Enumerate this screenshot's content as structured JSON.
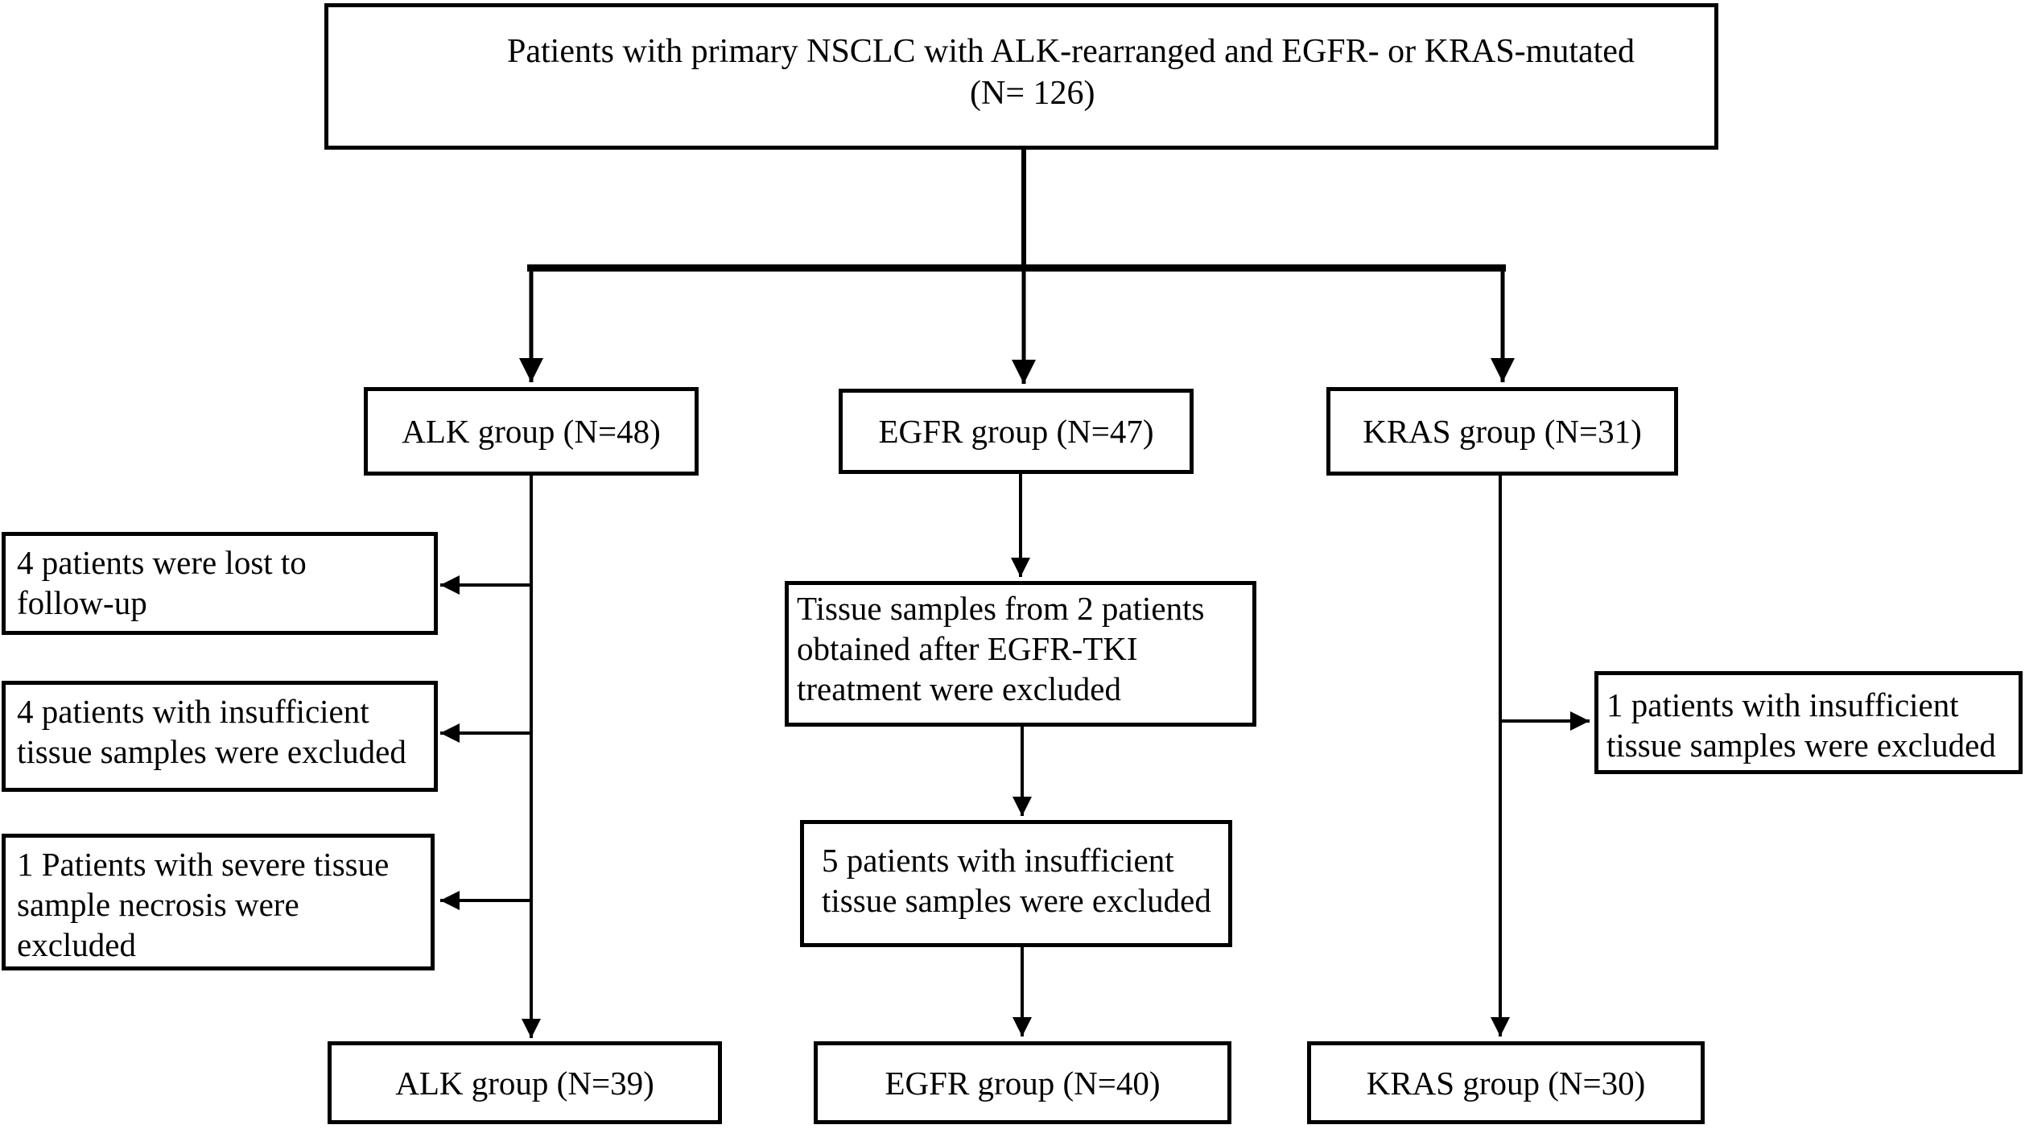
{
  "diagram": {
    "top": {
      "line1": "Patients  with primary NSCLC with ALK-rearranged and EGFR- or KRAS-mutated",
      "line2": "(N= 126)"
    },
    "groups": {
      "alk": "ALK group (N=48)",
      "egfr": "EGFR group (N=47)",
      "kras": "KRAS group (N=31)"
    },
    "alk_exclusions": {
      "lost": [
        "4 patients were lost to",
        "follow-up"
      ],
      "insufficient": [
        "4 patients with insufficient",
        "tissue samples were excluded"
      ],
      "necrosis": [
        "1 Patients with severe tissue",
        "sample necrosis were",
        "excluded"
      ]
    },
    "egfr_exclusions": {
      "tki": [
        "Tissue samples from 2 patients",
        "obtained after EGFR-TKI",
        "treatment were excluded"
      ],
      "insufficient": [
        "5 patients with insufficient",
        "tissue samples were excluded"
      ]
    },
    "kras_exclusions": {
      "insufficient": [
        "1 patients with insufficient",
        "tissue samples were excluded"
      ]
    },
    "final": {
      "alk": "ALK group (N=39)",
      "egfr": "EGFR group (N=40)",
      "kras": "KRAS group (N=30)"
    }
  }
}
